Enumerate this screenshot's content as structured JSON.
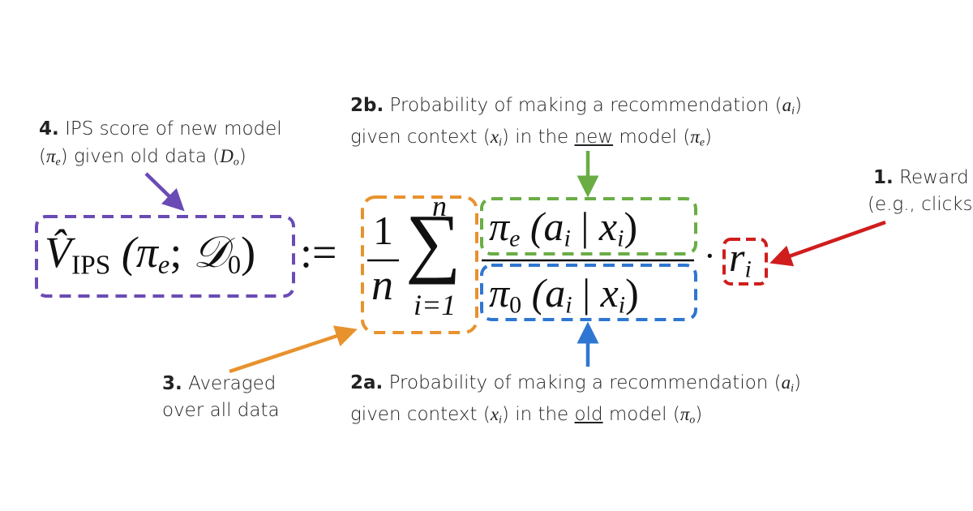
{
  "labels": {
    "l4": {
      "num": "4.",
      "line1": "IPS score of new model",
      "line2_pre": "given old data",
      "pi": "π",
      "pi_sub": "e",
      "d": "D",
      "d_sub": "o"
    },
    "l2b": {
      "num": "2b.",
      "line1": "Probability of making a recommendation",
      "a": "a",
      "a_sub": "i",
      "line2_a": "given context",
      "x": "x",
      "x_sub": "i",
      "line2_b": "in the",
      "emph": "new",
      "line2_c": "model",
      "pi": "π",
      "pi_sub": "e"
    },
    "l1": {
      "num": "1.",
      "line1": "Reward",
      "line2": "(e.g., clicks)"
    },
    "l3": {
      "num": "3.",
      "line1": "Averaged",
      "line2": "over all data"
    },
    "l2a": {
      "num": "2a.",
      "line1": "Probability of making a recommendation",
      "a": "a",
      "a_sub": "i",
      "line2_a": "given context",
      "x": "x",
      "x_sub": "i",
      "line2_b": "in the",
      "emph": "old",
      "line2_c": "model",
      "pi": "π",
      "pi_sub": "o"
    }
  },
  "formula": {
    "lhs_v": "V̂",
    "lhs_sub": "IPS",
    "lhs_args": "(π",
    "lhs_e": "e",
    "lhs_semi": ";",
    "lhs_d": "𝒟",
    "lhs_0": "0",
    "lhs_close": ")",
    "assign": ":=",
    "frac_num": "1",
    "frac_den": "n",
    "sum": "∑",
    "sum_top": "n",
    "sum_bottom": "i=1",
    "numerator": {
      "pi": "π",
      "sub": "e",
      "rest": "(a",
      "a_sub": "i",
      "bar": "|",
      "x": "x",
      "x_sub": "i",
      "close": ")"
    },
    "denominator": {
      "pi": "π",
      "sub": "0",
      "rest": "(a",
      "a_sub": "i",
      "bar": "|",
      "x": "x",
      "x_sub": "i",
      "close": ")"
    },
    "dot": "·",
    "r": "r",
    "r_sub": "i"
  },
  "colors": {
    "purple": "#6a4bb5",
    "orange": "#e8922e",
    "green": "#6aad45",
    "blue": "#2f76d2",
    "red": "#d01d1d"
  }
}
